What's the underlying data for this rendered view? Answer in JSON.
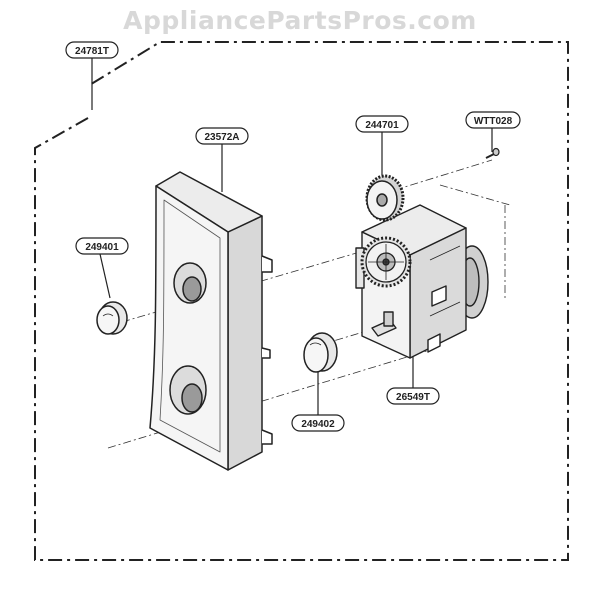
{
  "watermark": "AppliancePartsPros.com",
  "colors": {
    "line": "#222222",
    "part_fill": "#f2f2f2",
    "part_shade": "#d6d6d6",
    "watermark": "#d8d8d8"
  },
  "callouts": {
    "assembly": "24781T",
    "panel": "23572A",
    "knob_upper": "249401",
    "knob_lower": "249402",
    "gear": "244701",
    "screw": "WTT028",
    "timer": "26549T"
  }
}
